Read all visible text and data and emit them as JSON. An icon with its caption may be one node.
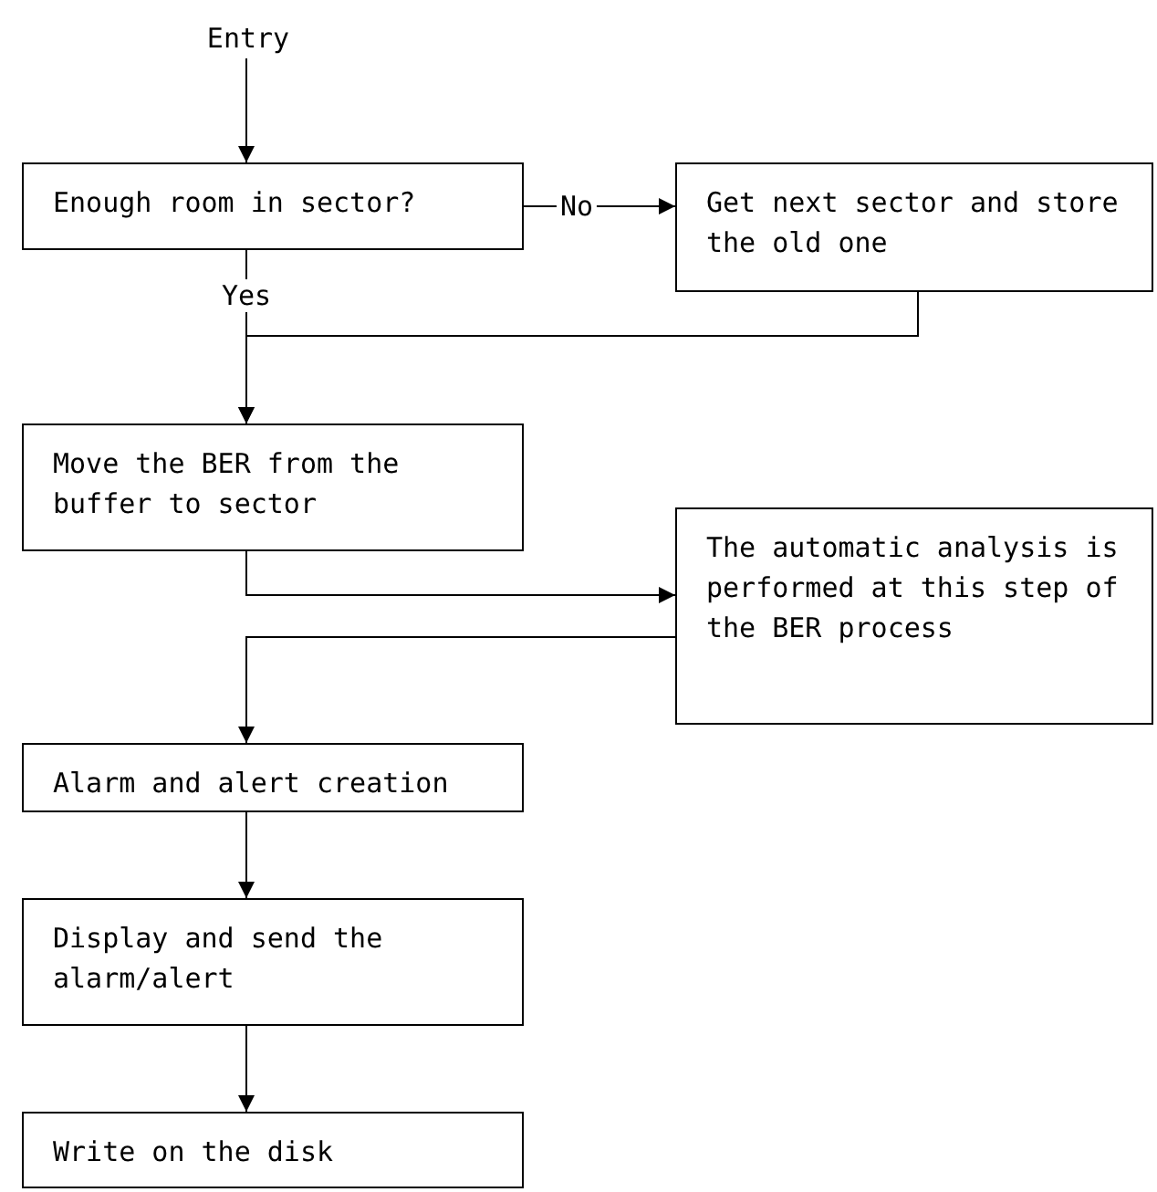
{
  "diagram": {
    "nodes": [
      {
        "text": [
          "Entry"
        ]
      },
      {
        "text": [
          "Enough room in sector?"
        ]
      },
      {
        "text": [
          "Get next sector and store the old one"
        ]
      },
      {
        "text": [
          "Move the BER from the buffer to sector"
        ]
      },
      {
        "text": [
          "The automatic analysis is performed at this step of the BER process"
        ]
      },
      {
        "text": [
          "Alarm and alert creation"
        ]
      },
      {
        "text": [
          "Display and send the alarm/alert"
        ]
      },
      {
        "text": [
          "Write on the disk"
        ]
      }
    ],
    "edges": [
      {
        "from": 0,
        "to": 1,
        "arrow": "to"
      },
      {
        "from": 1,
        "to": 2,
        "arrow": "to",
        "label": "No"
      },
      {
        "from": 1,
        "to": 3,
        "arrow": "to",
        "label": "Yes"
      },
      {
        "from": 2,
        "to": 3,
        "arrow": "to"
      },
      {
        "from": 3,
        "to": 4,
        "arrow": "to"
      },
      {
        "from": 4,
        "to": 5,
        "arrow": "to"
      },
      {
        "from": 5,
        "to": 6,
        "arrow": "to"
      },
      {
        "from": 6,
        "to": 7,
        "arrow": "to"
      }
    ]
  }
}
